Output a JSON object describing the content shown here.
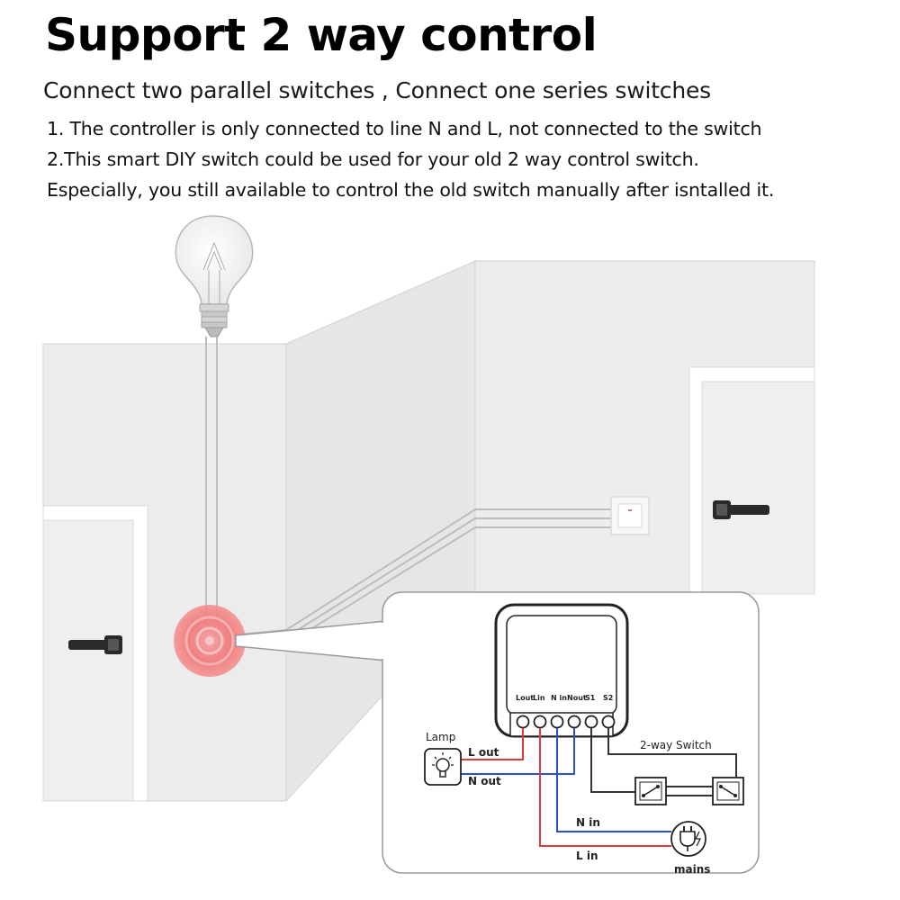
{
  "header": {
    "title": "Support 2 way control",
    "subtitle": "Connect two parallel switches ,  Connect one series switches",
    "notes": [
      "1. The controller is only connected to line N and L, not connected to the switch",
      "2.This smart DIY switch could be used for your old 2 way control switch.",
      "Especially, you still available to control the old switch manually after isntalled it."
    ]
  },
  "diagram": {
    "terminal_labels": [
      "Lout",
      "Lin",
      "N in",
      "Nout",
      "S1",
      "S2"
    ],
    "lamp_label": "Lamp",
    "l_out_label": "L out",
    "n_out_label": "N out",
    "two_way_switch_label": "2-way Switch",
    "n_in_label": "N in",
    "l_in_label": "L in",
    "mains_label": "mains"
  },
  "colors": {
    "wall_light": "#ebebeb",
    "wall_shade": "#e2e2e2",
    "outline": "#c9c9c9",
    "highlight": "#f07a7a",
    "wire_red": "#e03a3a",
    "wire_blue": "#2c4fc8",
    "wire_dark": "#333333"
  },
  "icons": [
    "light-bulb-icon",
    "door-handle-icon",
    "lamp-icon",
    "plug-icon",
    "switch-icon"
  ]
}
